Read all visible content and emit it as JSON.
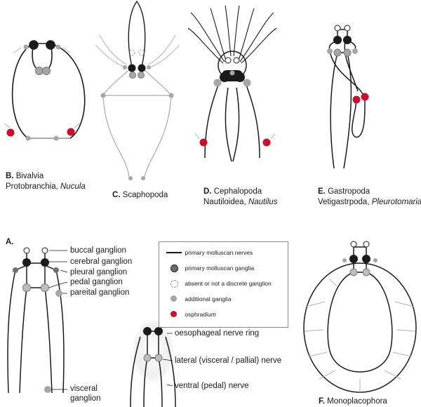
{
  "panels": {
    "B": {
      "letter": "B.",
      "text": " Bivalvia",
      "line2": "Protobranchia, ",
      "line2_italic": "Nucula"
    },
    "C": {
      "letter": "C.",
      "text": " Scaphopoda"
    },
    "D": {
      "letter": "D.",
      "text": " Cephalopoda",
      "line2": "Nautiloidea, ",
      "line2_italic": "Nautilus"
    },
    "E": {
      "letter": "E.",
      "text": "  Gastropoda",
      "line2": "Vetigastrpoda, ",
      "line2_italic": "Pleurotomaria"
    },
    "A": {
      "letter": "A."
    },
    "F": {
      "letter": "F.",
      "text": " Monoplacophora"
    }
  },
  "ganglia_labels": {
    "buccal": "buccal ganglion",
    "cerebral": "cerebral ganglion",
    "pleural": "pleural ganglion",
    "pedal": "pedal ganglion",
    "pareital": "pareital ganglion",
    "visceral_1": "visceral",
    "visceral_2": "ganglion"
  },
  "nerve_labels": {
    "ring": "oesophageal nerve ring",
    "lateral": "lateral (visceral / pallial) nerve",
    "ventral": "ventral (pedal) nerve"
  },
  "legend": {
    "items": [
      {
        "symbol": "line",
        "label": "primary molluscan nerves"
      },
      {
        "symbol": "dark-dot",
        "label": "primary molluscan ganglia"
      },
      {
        "symbol": "dashed-dot",
        "label": "absent or not a discrete ganglion"
      },
      {
        "symbol": "grey-dot",
        "label": "additional ganglia"
      },
      {
        "symbol": "red-dot",
        "label": "osphradium"
      }
    ]
  },
  "colors": {
    "nerve": "#1a1a1a",
    "primary_ganglion": "#1a1a1a",
    "additional_ganglion": "#a6a6a6",
    "osphradium": "#c8102e",
    "light_nerve": "#b3b3b3"
  }
}
